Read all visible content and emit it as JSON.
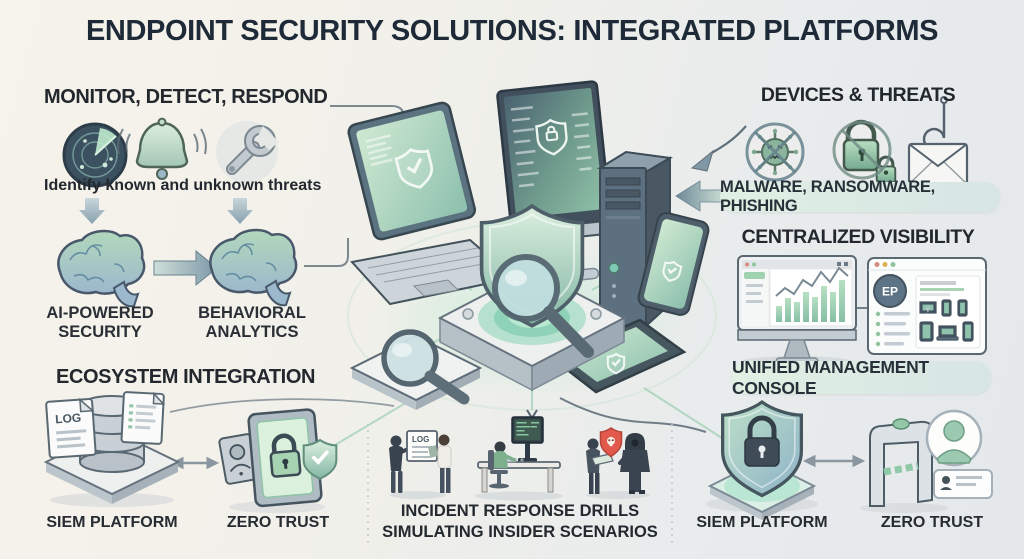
{
  "title": "ENDPOINT SECURITY SOLUTIONS: INTEGRATED PLATFORMS",
  "monitor_detect_respond": {
    "heading": "MONITOR, DETECT, RESPOND",
    "subtext": "Identify known and unknown threats",
    "ai_line1": "AI-POWERED",
    "ai_line2": "SECURITY",
    "ba_line1": "BEHAVIORAL",
    "ba_line2": "ANALYTICS"
  },
  "devices_threats": {
    "heading": "DEVICES & THREATS",
    "banner": "MALWARE, RANSOMWARE, PHISHING"
  },
  "centralized_visibility": {
    "heading": "CENTRALIZED VISIBILITY",
    "console_badge": "EP",
    "banner": "UNIFIED MANAGEMENT CONSOLE"
  },
  "ecosystem_integration": {
    "heading": "ECOSYSTEM INTEGRATION",
    "siem_label": "SIEM PLATFORM",
    "zero_trust_label": "ZERO TRUST",
    "log_doc_label": "LOG"
  },
  "incident_response": {
    "caption_line1": "INCIDENT RESPONSE DRILLS",
    "caption_line2": "SIMULATING INSIDER SCENARIOS",
    "log_doc_label": "LOG"
  },
  "right_platforms": {
    "siem_label": "SIEM PLATFORM",
    "zero_trust_label": "ZERO TRUST"
  },
  "colors": {
    "accent_green": "#9fcdb4",
    "slate_blue": "#5d7080",
    "ink": "#1e2a38",
    "alert_red": "#e15a4d",
    "background_left": "#f5f2ea",
    "background_right": "#e6eaed"
  }
}
